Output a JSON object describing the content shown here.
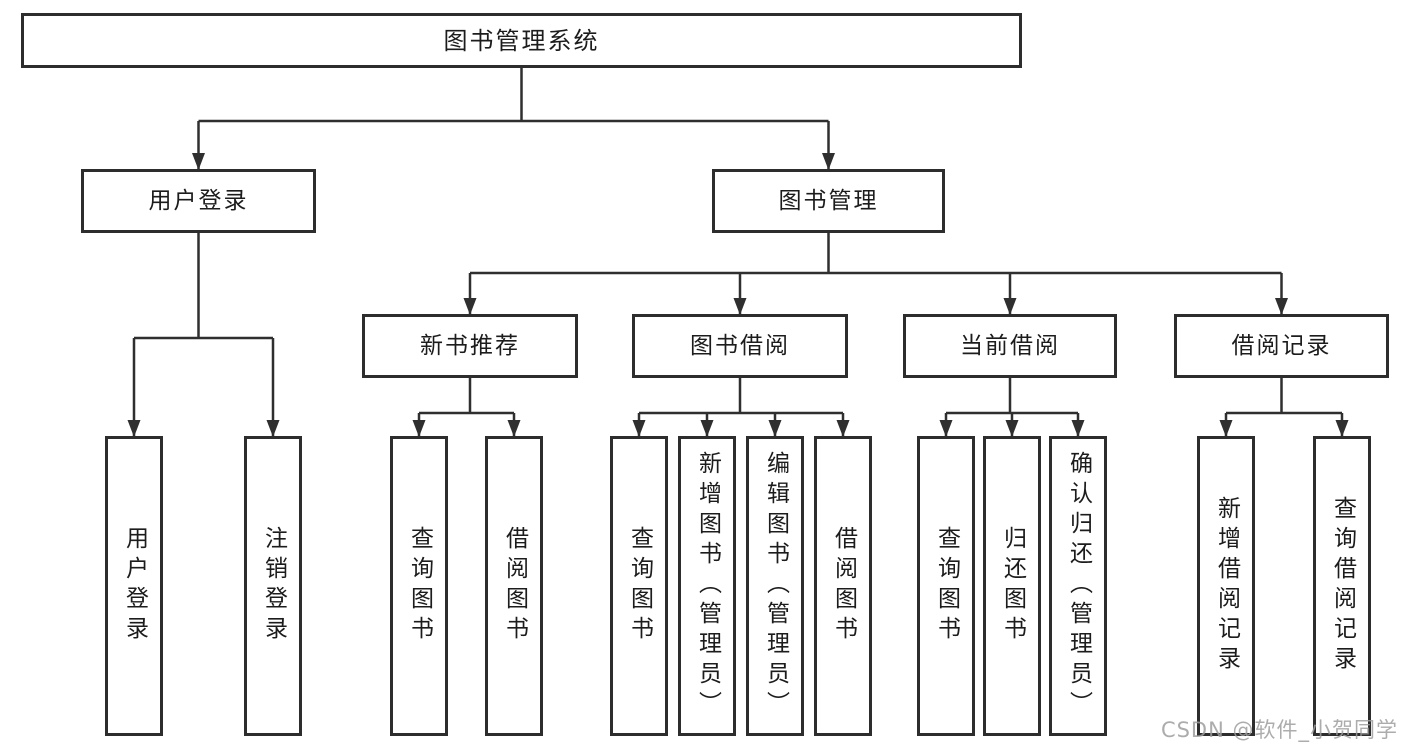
{
  "diagram": {
    "type": "hierarchy",
    "title": "图书管理系统"
  },
  "colors": {
    "line": "#2f2f2f",
    "box_border": "#2d2d2d",
    "box_fill": "#ffffff",
    "text": "#1c1c1c",
    "watermark": "#9e9e9e",
    "background": "#ffffff"
  },
  "tree": {
    "root": {
      "label": "图书管理系统",
      "children": [
        {
          "label": "用户登录",
          "children": [
            {
              "label": "用户登录"
            },
            {
              "label": "注销登录"
            }
          ]
        },
        {
          "label": "图书管理",
          "children": [
            {
              "label": "新书推荐",
              "children": [
                {
                  "label": "查询图书"
                },
                {
                  "label": "借阅图书"
                }
              ]
            },
            {
              "label": "图书借阅",
              "children": [
                {
                  "label": "查询图书"
                },
                {
                  "label": "新增图书（管理员）"
                },
                {
                  "label": "编辑图书（管理员）"
                },
                {
                  "label": "借阅图书"
                }
              ]
            },
            {
              "label": "当前借阅",
              "children": [
                {
                  "label": "查询图书"
                },
                {
                  "label": "归还图书"
                },
                {
                  "label": "确认归还（管理员）"
                }
              ]
            },
            {
              "label": "借阅记录",
              "children": [
                {
                  "label": "新增借阅记录"
                },
                {
                  "label": "查询借阅记录"
                }
              ]
            }
          ]
        }
      ]
    }
  },
  "watermark": {
    "text": "CSDN @软件_小贺同学"
  }
}
